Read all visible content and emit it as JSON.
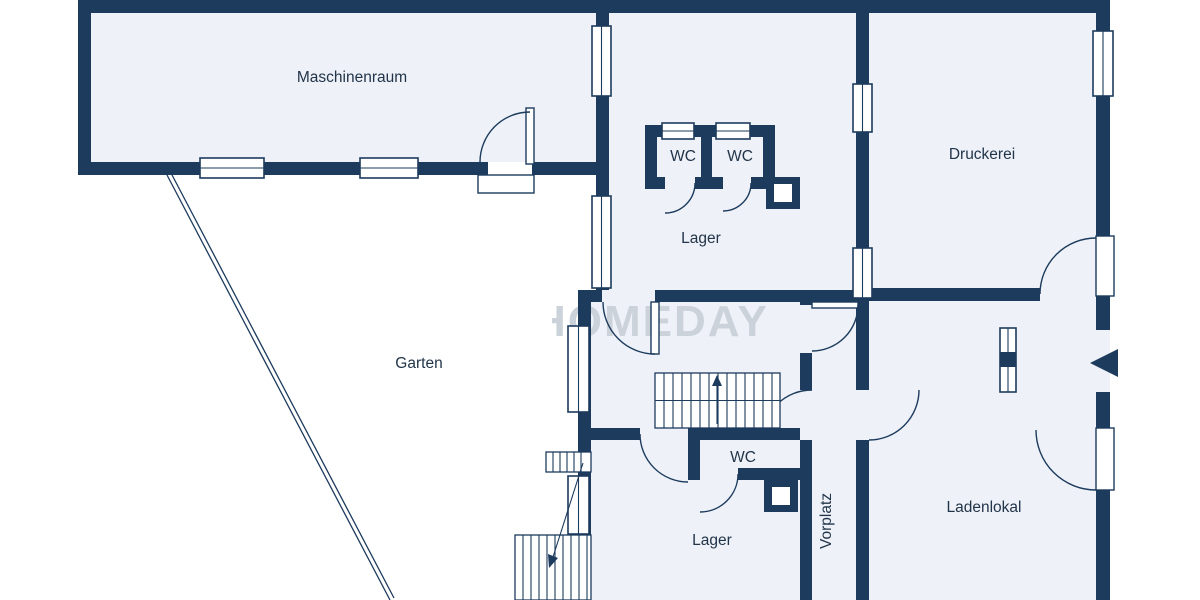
{
  "colors": {
    "wall": "#1d3b5d",
    "floor": "#eef2f8",
    "background": "#ffffff",
    "watermark": "#ccd2d9",
    "label": "#223449"
  },
  "watermark": {
    "text": "HOMEDAY"
  },
  "rooms": {
    "maschinenraum": {
      "label": "Maschinenraum"
    },
    "wc_top_left": {
      "label": "WC"
    },
    "wc_top_right": {
      "label": "WC"
    },
    "druckerei": {
      "label": "Druckerei"
    },
    "lager_top": {
      "label": "Lager"
    },
    "garten": {
      "label": "Garten"
    },
    "wc_bottom": {
      "label": "WC"
    },
    "lager_bottom": {
      "label": "Lager"
    },
    "vorplatz": {
      "label": "Vorplatz"
    },
    "ladenlokal": {
      "label": "Ladenlokal"
    }
  }
}
